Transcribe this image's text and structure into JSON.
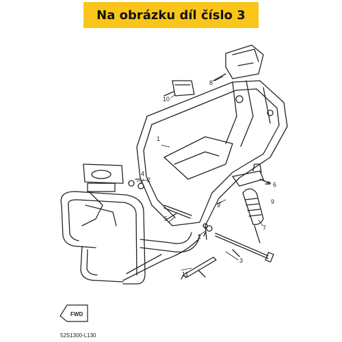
{
  "banner": {
    "text": "Na obrázku díl číslo 3"
  },
  "callouts": {
    "c1": "1",
    "c2a": "2",
    "c2b": "2",
    "c3": "3",
    "c4": "4",
    "c5": "5",
    "c6": "6",
    "c7": "7",
    "c8": "8",
    "c9a": "9",
    "c9b": "9",
    "c10": "10",
    "c11": "11"
  },
  "fwd_label": "FWD",
  "diagram_code": "52S1300-L130"
}
